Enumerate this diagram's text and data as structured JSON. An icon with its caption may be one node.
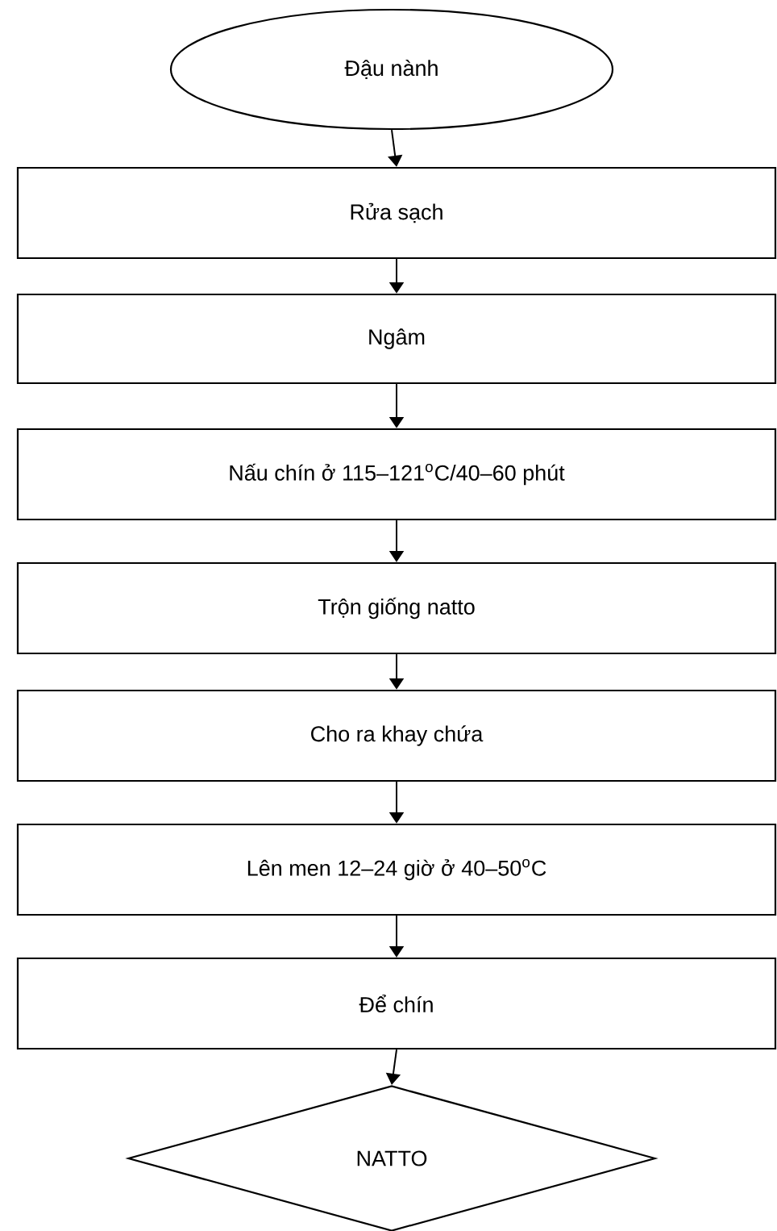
{
  "diagram": {
    "nodes": [
      {
        "text": [
          "Đậu nành"
        ]
      },
      {
        "text": [
          "Rửa sạch"
        ]
      },
      {
        "text": [
          "Ngâm"
        ]
      },
      {
        "text": [
          "Nấu chín ở 115–121$^{o}$C/40–60 phút"
        ]
      },
      {
        "text": [
          "Trộn giống natto"
        ]
      },
      {
        "text": [
          "Cho ra khay chứa"
        ]
      },
      {
        "text": [
          "Lên men 12–24 giờ ở 40–50$^{o}$C"
        ]
      },
      {
        "text": [
          "Để chín"
        ]
      },
      {
        "text": [
          "NATTO"
        ]
      }
    ],
    "edges": [
      {
        "from": 0,
        "to": 1,
        "arrow": "to"
      },
      {
        "from": 1,
        "to": 2,
        "arrow": "to"
      },
      {
        "from": 2,
        "to": 3,
        "arrow": "to"
      },
      {
        "from": 3,
        "to": 4,
        "arrow": "to"
      },
      {
        "from": 4,
        "to": 5,
        "arrow": "to"
      },
      {
        "from": 5,
        "to": 6,
        "arrow": "to"
      },
      {
        "from": 6,
        "to": 7,
        "arrow": "to"
      },
      {
        "from": 7,
        "to": 8,
        "arrow": "to"
      }
    ]
  }
}
